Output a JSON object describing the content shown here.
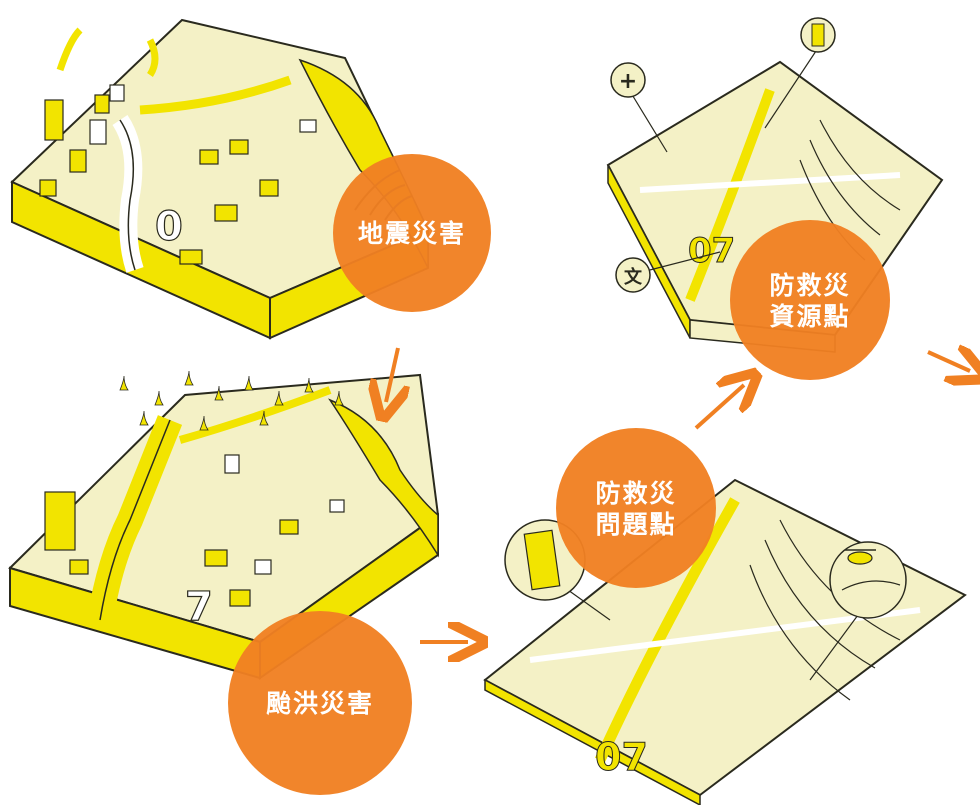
{
  "labels": {
    "earthquake": "地震災害",
    "flood": "颱洪災害",
    "problem_points": [
      "防救災",
      "問題點"
    ],
    "resource_points": [
      "防救災",
      "資源點"
    ]
  },
  "map_icons": {
    "hospital_symbol": "+",
    "school_symbol": "文"
  },
  "road_numbers": {
    "earthquake_block": "0",
    "flood_block": "7",
    "problem_map": "07",
    "resource_map": "07"
  },
  "colors": {
    "terrain_yellow": "#f2e400",
    "ground_cream": "#f4f1c6",
    "circle_orange": "#f08022",
    "arrow_orange": "#f08022",
    "outline": "#2a2a1e"
  }
}
